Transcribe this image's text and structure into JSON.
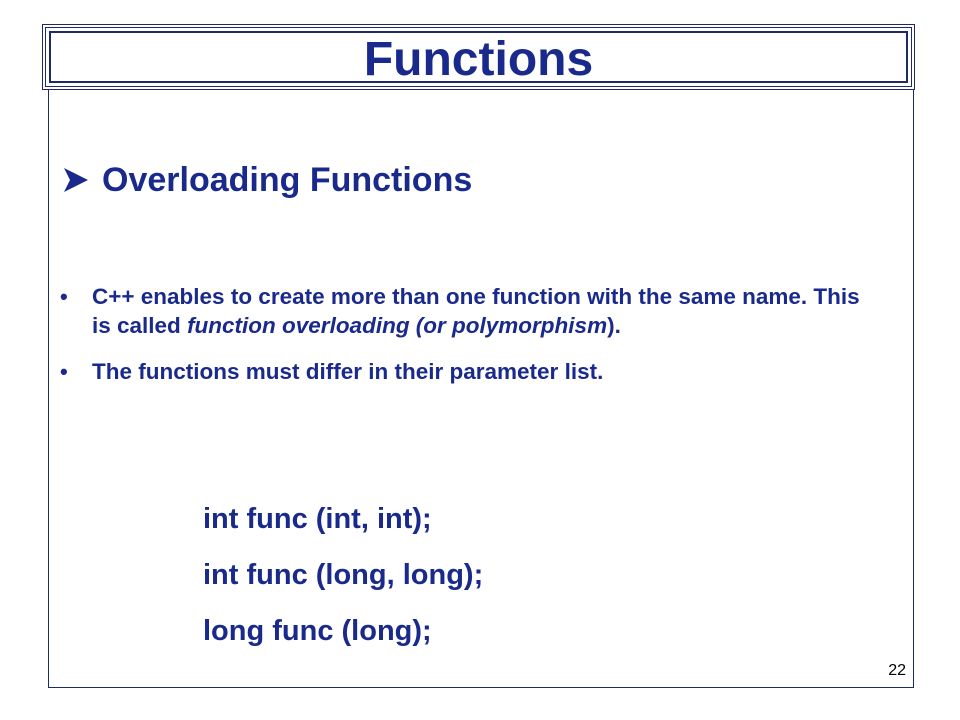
{
  "slide": {
    "title": "Functions",
    "heading": "Overloading Functions",
    "bullets": [
      {
        "text_a": "C++ enables to create more than one function with the same name. This is called ",
        "text_italic": "function overloading (or polymorphism",
        "text_b": ")."
      },
      {
        "text_a": "The functions must differ in their parameter list."
      }
    ],
    "code_lines": [
      "int func (int, int);",
      "int func (long, long);",
      "long func (long);"
    ],
    "page_number": "22"
  },
  "colors": {
    "text": "#1a2a8c",
    "border": "#1f2a6b",
    "background": "#ffffff"
  }
}
